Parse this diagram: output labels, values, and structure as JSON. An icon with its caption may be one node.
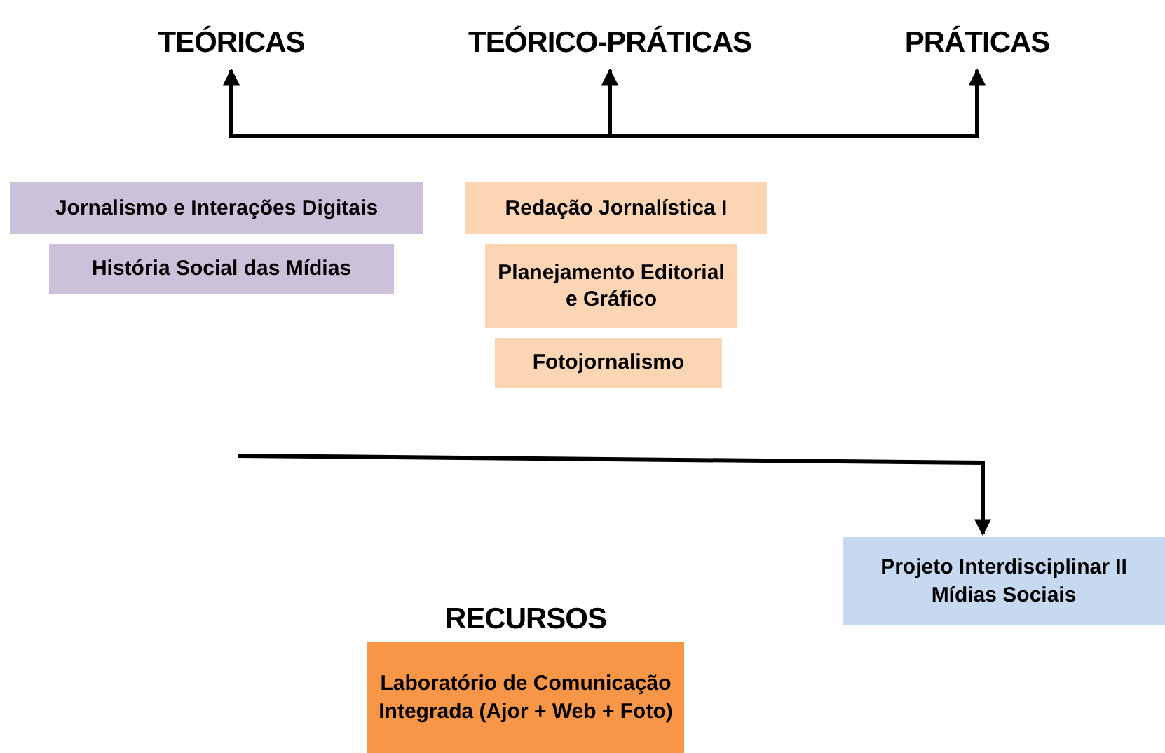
{
  "diagram": {
    "nodes": [
      {
        "text": [
          "TEÓRICAS"
        ]
      },
      {
        "text": [
          "TEÓRICO-PRÁTICAS"
        ]
      },
      {
        "text": [
          "PRÁTICAS"
        ]
      },
      {
        "text": [
          "Jornalismo e Interações Digitais"
        ]
      },
      {
        "text": [
          "História Social das Mídias"
        ]
      },
      {
        "text": [
          "Redação Jornalística I"
        ]
      },
      {
        "text": [
          "Planejamento Editorial e Gráfico"
        ]
      },
      {
        "text": [
          "Fotojornalismo"
        ]
      },
      {
        "text": [
          "Projeto Interdisciplinar II Mídias Sociais"
        ]
      },
      {
        "text": [
          "RECURSOS",
          "Laboratório de Comunicação Integrada (Ajor + Web + Foto)"
        ]
      }
    ],
    "edges": [
      {
        "from": null,
        "to": 0,
        "arrow": "to"
      },
      {
        "from": null,
        "to": 1,
        "arrow": "to"
      },
      {
        "from": null,
        "to": 2,
        "arrow": "to"
      },
      {
        "from": null,
        "to": 8,
        "arrow": "to"
      }
    ]
  }
}
